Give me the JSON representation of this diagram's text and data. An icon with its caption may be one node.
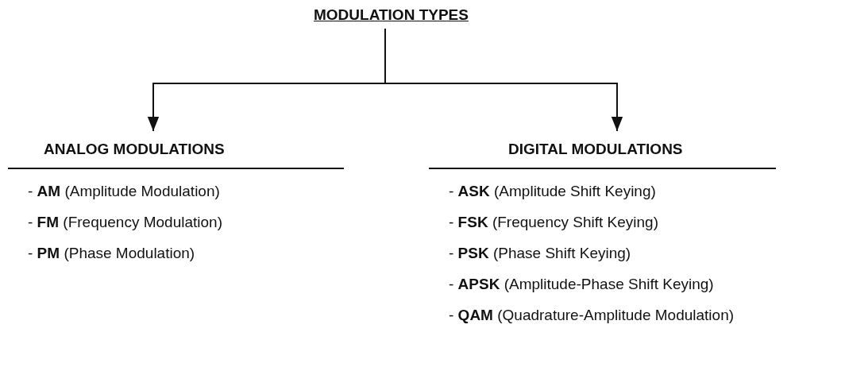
{
  "diagram": {
    "nodes": [
      {
        "text": [
          "MODULATION TYPES"
        ]
      },
      {
        "text": [
          "ANALOG MODULATIONS",
          "- **AM** (Amplitude Modulation)",
          "- **FM** (Frequency Modulation)",
          "- **PM** (Phase Modulation)"
        ]
      },
      {
        "text": [
          "DIGITAL MODULATIONS",
          "- **ASK** (Amplitude Shift Keying)",
          "- **FSK** (Frequency Shift Keying)",
          "- **PSK** (Phase Shift Keying)",
          "- **APSK** (Amplitude-Phase Shift Keying)",
          "- **QAM** (Quadrature-Amplitude Modulation)"
        ]
      }
    ],
    "edges": [
      {
        "from": 0,
        "to": 1,
        "arrow": "to"
      },
      {
        "from": 0,
        "to": 2,
        "arrow": "to"
      }
    ]
  }
}
